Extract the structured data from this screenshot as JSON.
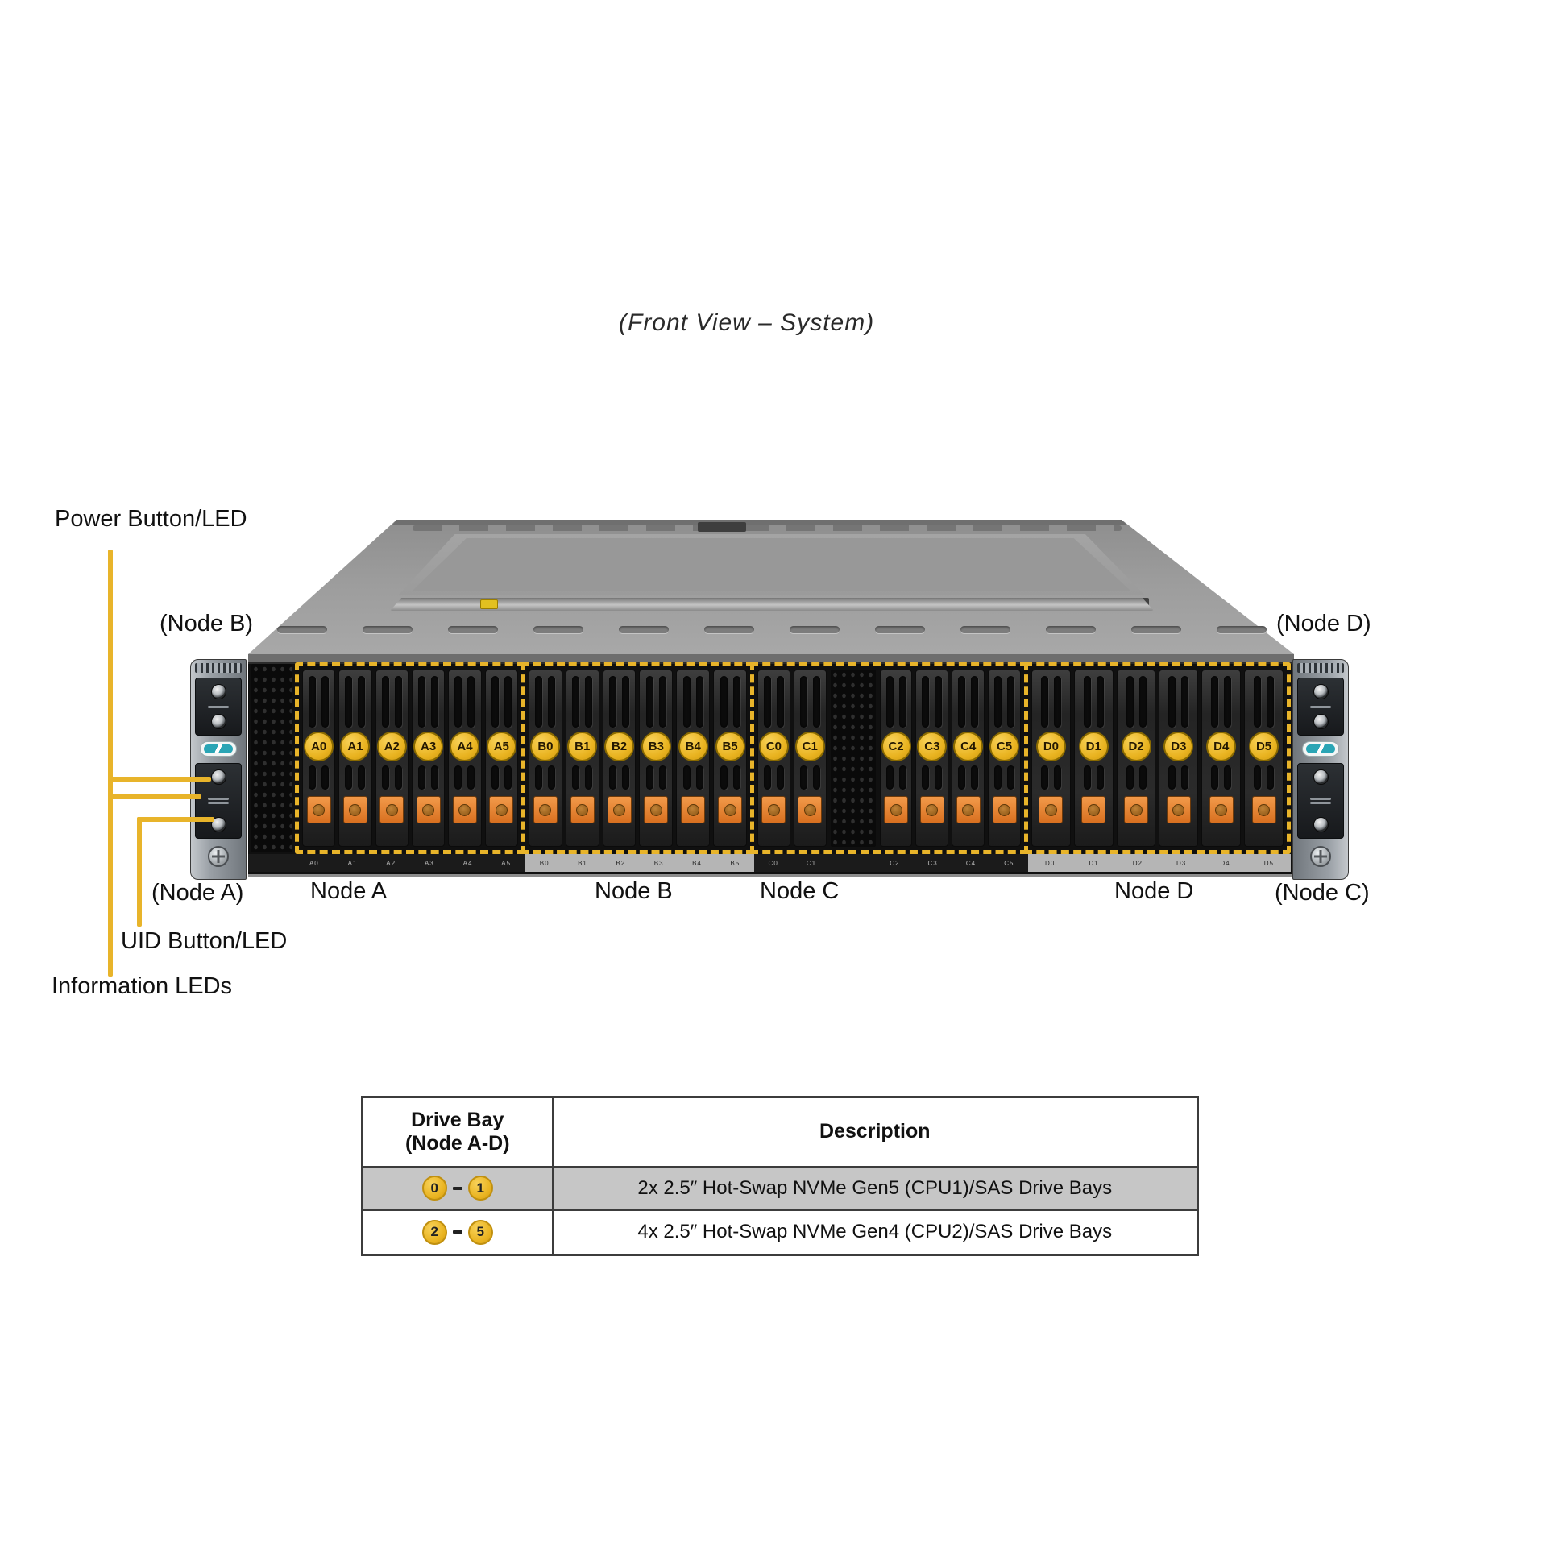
{
  "caption": "(Front View – System)",
  "labels": {
    "power": "Power Button/LED",
    "uid": "UID Button/LED",
    "info_leds": "Information LEDs",
    "node_b_ear": "(Node B)",
    "node_d_ear": "(Node D)",
    "node_a_ear": "(Node A)",
    "node_c_ear": "(Node C)"
  },
  "nodes": [
    {
      "name": "Node A",
      "bays": [
        "A0",
        "A1",
        "A2",
        "A3",
        "A4",
        "A5"
      ],
      "strip": "dark"
    },
    {
      "name": "Node B",
      "bays": [
        "B0",
        "B1",
        "B2",
        "B3",
        "B4",
        "B5"
      ],
      "strip": "light"
    },
    {
      "name": "Node C",
      "bays": [
        "C0",
        "C1",
        "C2",
        "C3",
        "C4",
        "C5"
      ],
      "strip": "dark",
      "vent_gap_after": "C1"
    },
    {
      "name": "Node D",
      "bays": [
        "D0",
        "D1",
        "D2",
        "D3",
        "D4",
        "D5"
      ],
      "strip": "light"
    }
  ],
  "table": {
    "col1_header_line1": "Drive Bay",
    "col1_header_line2": "(Node A-D)",
    "col2_header": "Description",
    "rows": [
      {
        "from": "0",
        "to": "1",
        "description": "2x 2.5″ Hot-Swap NVMe Gen5 (CPU1)/SAS Drive Bays"
      },
      {
        "from": "2",
        "to": "5",
        "description": "4x 2.5″ Hot-Swap NVMe Gen4 (CPU2)/SAS Drive Bays"
      }
    ]
  },
  "colors": {
    "accent": "#E8B42A",
    "badge1": "#F8D25A",
    "badge2": "#E9B320",
    "badge3": "#CF9A10",
    "latch1": "#F29A4A",
    "latch2": "#D87020",
    "teal": "#2AA5B5",
    "row_gray": "#C6C6C6"
  }
}
